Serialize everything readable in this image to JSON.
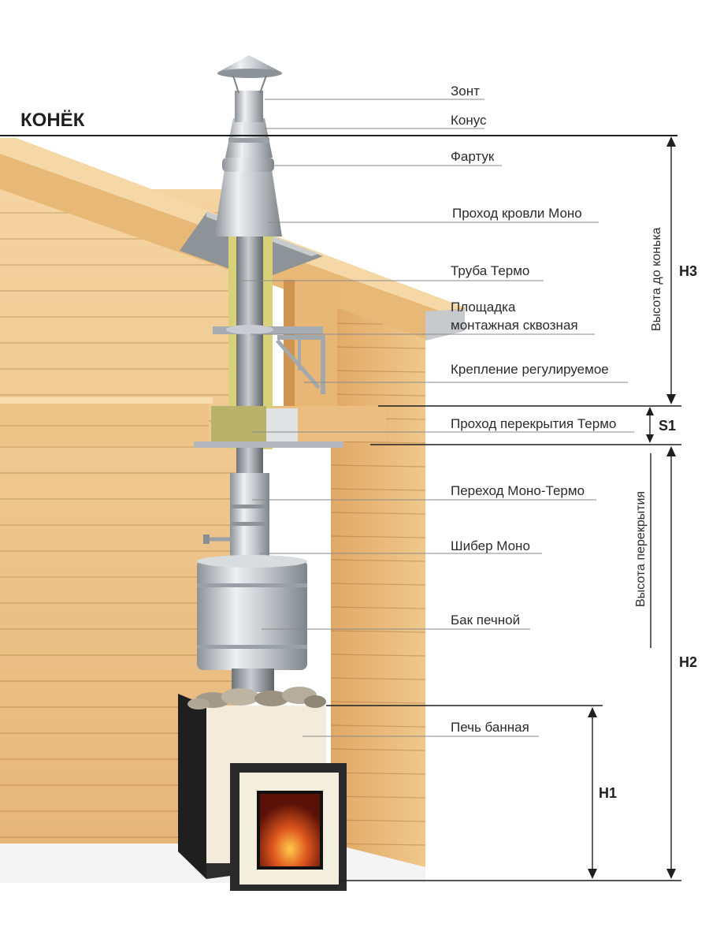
{
  "ridge_label": "КОНЁК",
  "callouts": [
    {
      "id": "zont",
      "label": "Зонт"
    },
    {
      "id": "konus",
      "label": "Конус"
    },
    {
      "id": "fartuk",
      "label": "Фартук"
    },
    {
      "id": "prohod-krovli",
      "label": "Проход кровли Моно"
    },
    {
      "id": "truba-termo",
      "label": "Труба Термо"
    },
    {
      "id": "ploshchadka",
      "label": "Площадка",
      "label2": "монтажная сквозная"
    },
    {
      "id": "kreplenie",
      "label": "Крепление регулируемое"
    },
    {
      "id": "prohod-perekrytiya",
      "label": "Проход перекрытия Термо"
    },
    {
      "id": "perehod",
      "label": "Переход Моно-Термо"
    },
    {
      "id": "shiber",
      "label": "Шибер Моно"
    },
    {
      "id": "bak",
      "label": "Бак печной"
    },
    {
      "id": "pech",
      "label": "Печь банная"
    }
  ],
  "dimensions": {
    "h3": "H3",
    "s1": "S1",
    "h2": "H2",
    "h1": "H1",
    "height_to_ridge": "Высота до конька",
    "height_to_ceiling": "Высота перекрытия"
  },
  "colors": {
    "wood_light": "#f2cf97",
    "wood_mid": "#e3b273",
    "wood_dark": "#c98d4a",
    "steel_light": "#e4e6e8",
    "steel_dark": "#9ea3a8",
    "insulation": "#d9d37a",
    "stove_body": "#f3ecdc",
    "stove_dark": "#2d2d2d",
    "fire": "#d0451b"
  }
}
